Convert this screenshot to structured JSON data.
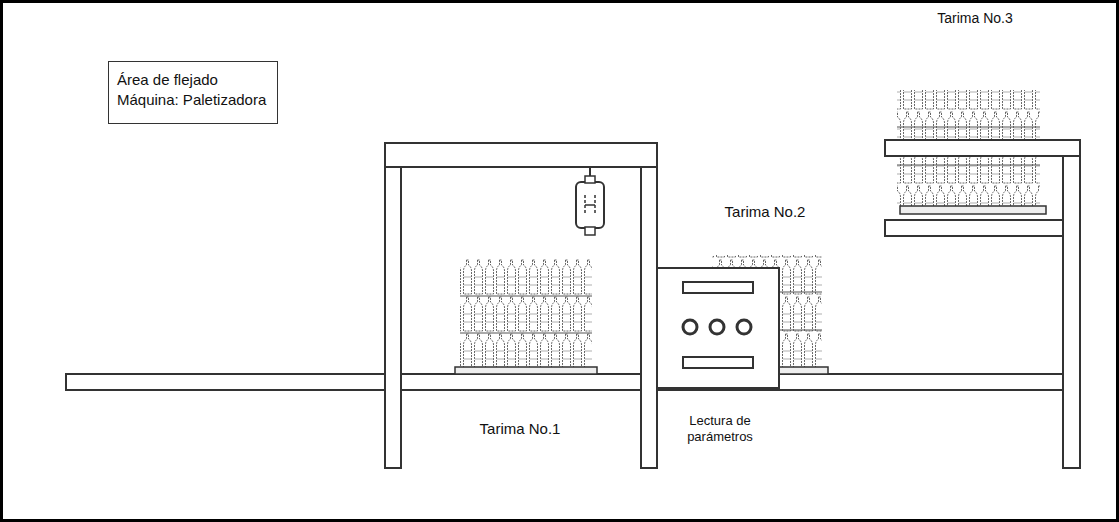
{
  "diagram": {
    "nodes": [
      {
        "text": [
          "Área de flejado Máquina: Paletizadora"
        ]
      }
    ],
    "labels": [
      "Tarima No.3",
      "Tarima No.2",
      "Tarima No.1",
      "Lectura de parámetros"
    ]
  }
}
